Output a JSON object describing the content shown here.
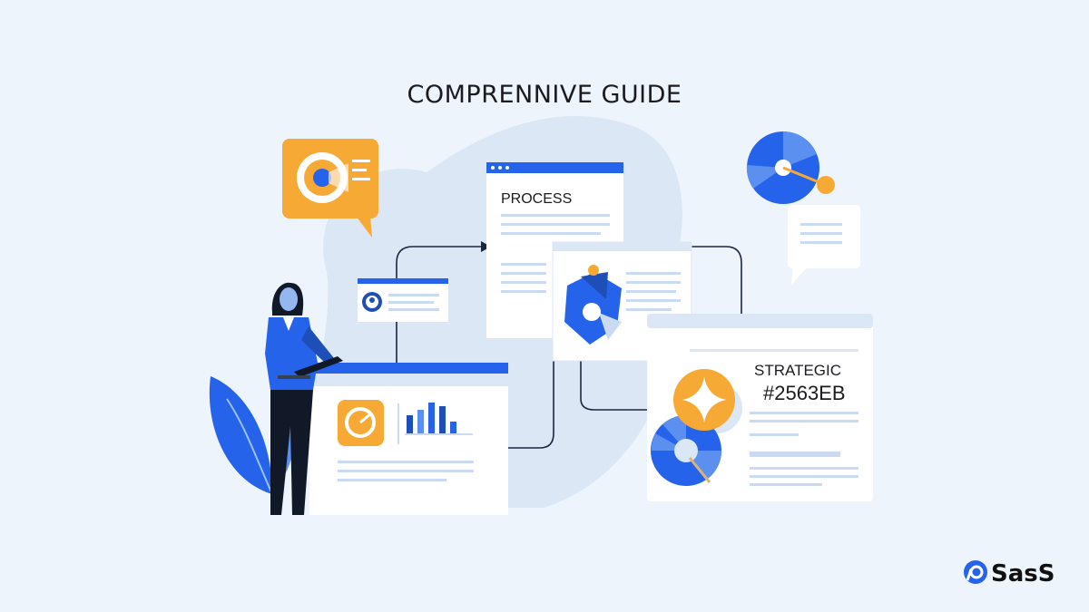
{
  "title": "COMPRENNIVE GUIDE",
  "process_window": {
    "heading": "PROCESS"
  },
  "strategic_window": {
    "heading": "STRATEGIC",
    "subheading": "#2563EB"
  },
  "brand": {
    "name": "SasS",
    "icon": "brand-swirl-icon"
  },
  "colors": {
    "background": "#EEF4FB",
    "blob": "#DCE7F5",
    "primary": "#2563EB",
    "dark_blue": "#1E4FB8",
    "light_blue": "#C9DAF2",
    "accent": "#F7A935"
  },
  "icons": [
    "gear-icon",
    "pie-chart-icon",
    "bar-chart-icon",
    "star-icon",
    "user-avatar-icon",
    "leaf-plant-icon",
    "laptop-icon"
  ]
}
